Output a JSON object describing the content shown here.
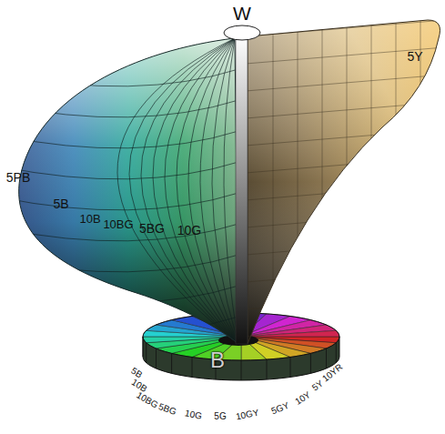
{
  "diagram": {
    "labels": [
      "W",
      "5Y",
      "5PB",
      "5B",
      "10B",
      "10BG",
      "5BG",
      "10G",
      "B",
      "5B",
      "10B",
      "10BG",
      "5BG",
      "10G",
      "5G",
      "10GY",
      "5GY",
      "10Y",
      "5Y",
      "10YR"
    ]
  }
}
